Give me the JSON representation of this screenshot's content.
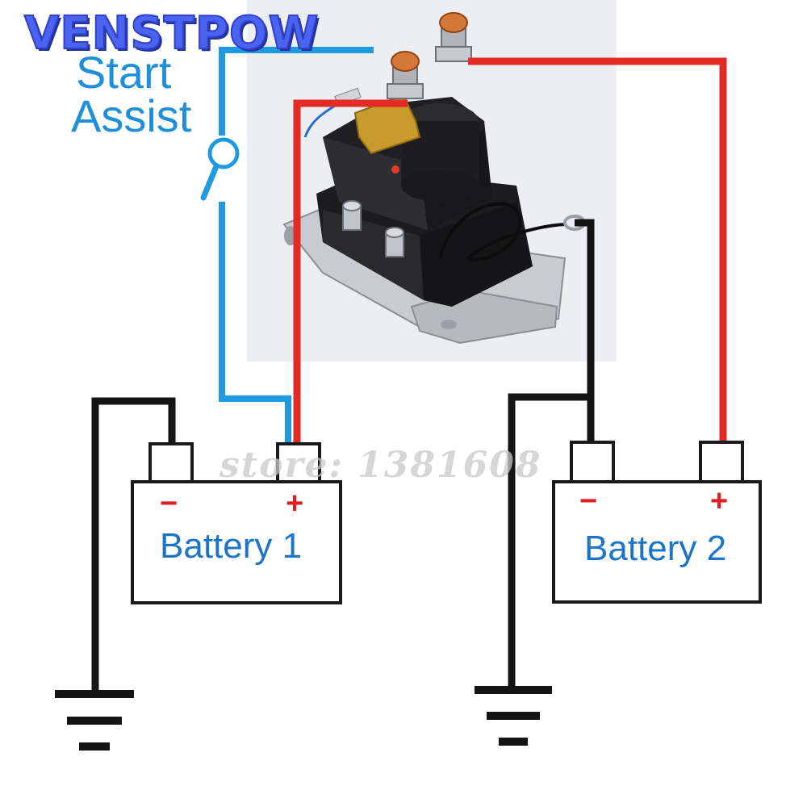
{
  "brand": {
    "name": "VENSTPOW"
  },
  "switch": {
    "line1": "Start",
    "line2": "Assist"
  },
  "battery1": {
    "label": "Battery 1",
    "negative": "−",
    "positive": "+"
  },
  "battery2": {
    "label": "Battery 2",
    "negative": "−",
    "positive": "+"
  },
  "watermark": {
    "text": "store:  1381608"
  },
  "colors": {
    "positive_wire": "#e42a25",
    "negative_wire": "#141414",
    "trigger_wire": "#1e9be0",
    "label_blue": "#1a74c8",
    "brand_blue": "#4a63f0"
  },
  "icons": [
    "relay-solenoid-photo",
    "switch-icon",
    "ground-icon"
  ]
}
